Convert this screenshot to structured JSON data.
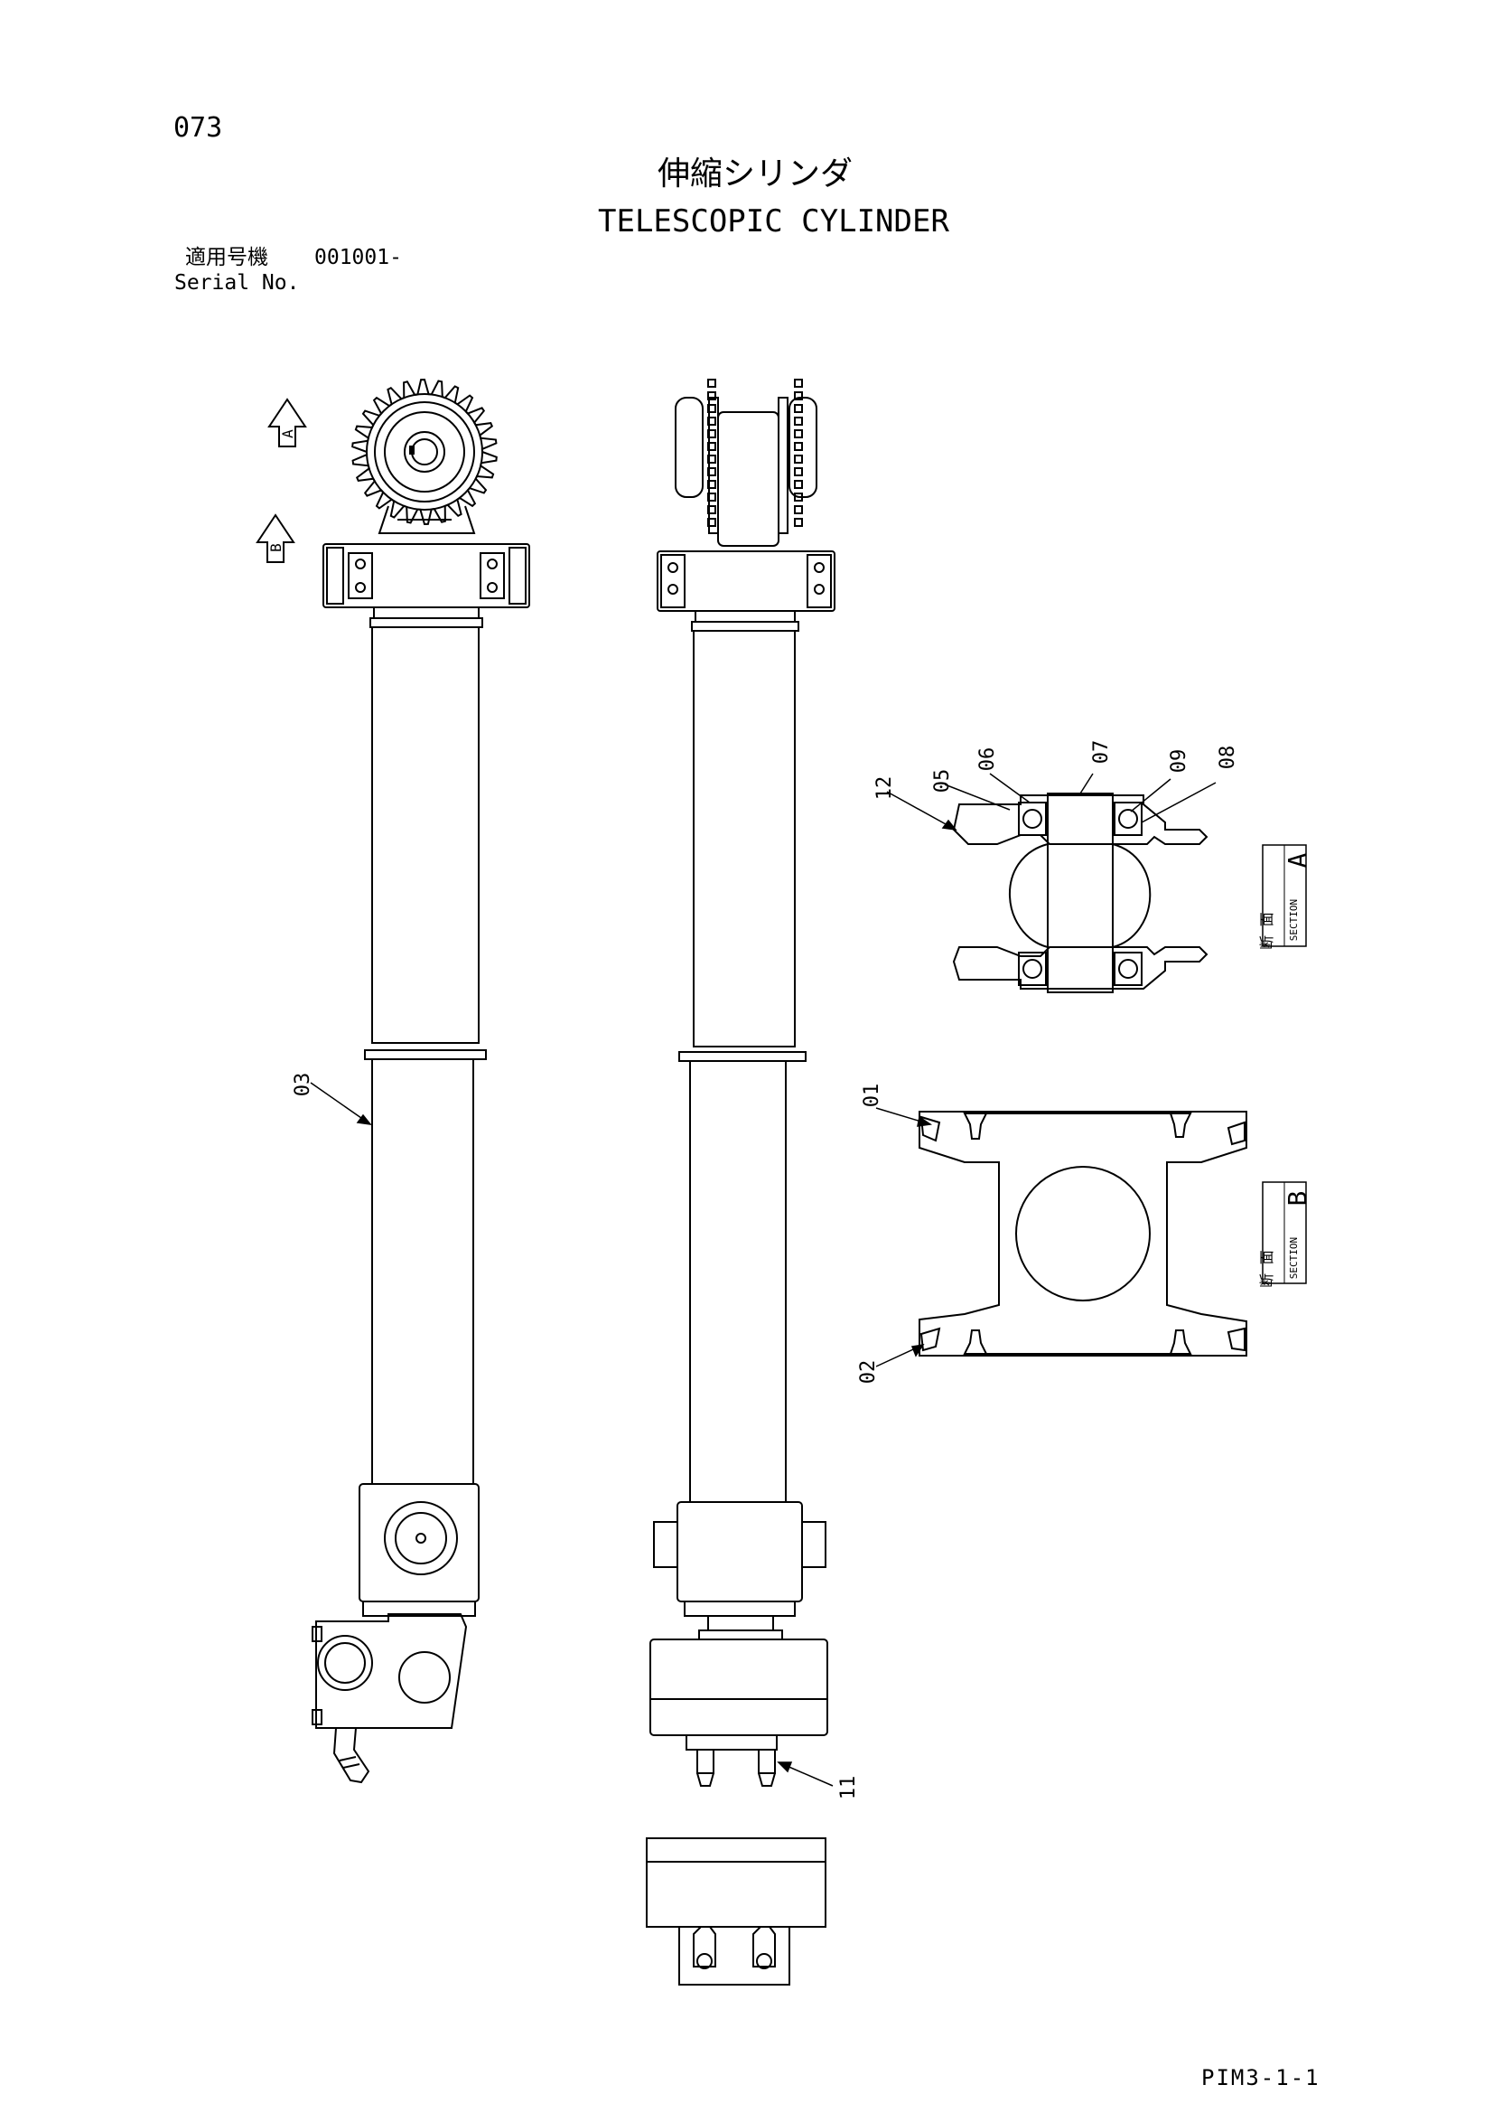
{
  "page": {
    "number": "073",
    "title_jp": "伸縮シリンダ",
    "title_en": "TELESCOPIC CYLINDER",
    "serial_label_jp": "適用号機",
    "serial_value": "001001-",
    "serial_label_en": "Serial No.",
    "footer_code": "PIM3-1-1"
  },
  "view_markers": [
    {
      "id": "A",
      "label": "A"
    },
    {
      "id": "B",
      "label": "B"
    }
  ],
  "part_callouts": [
    "01",
    "02",
    "03",
    "05",
    "06",
    "07",
    "08",
    "09",
    "11",
    "12"
  ],
  "section_labels": [
    {
      "letter": "A",
      "kanji": "断 面",
      "word": "SECTION"
    },
    {
      "letter": "B",
      "kanji": "断 面",
      "word": "SECTION"
    }
  ]
}
